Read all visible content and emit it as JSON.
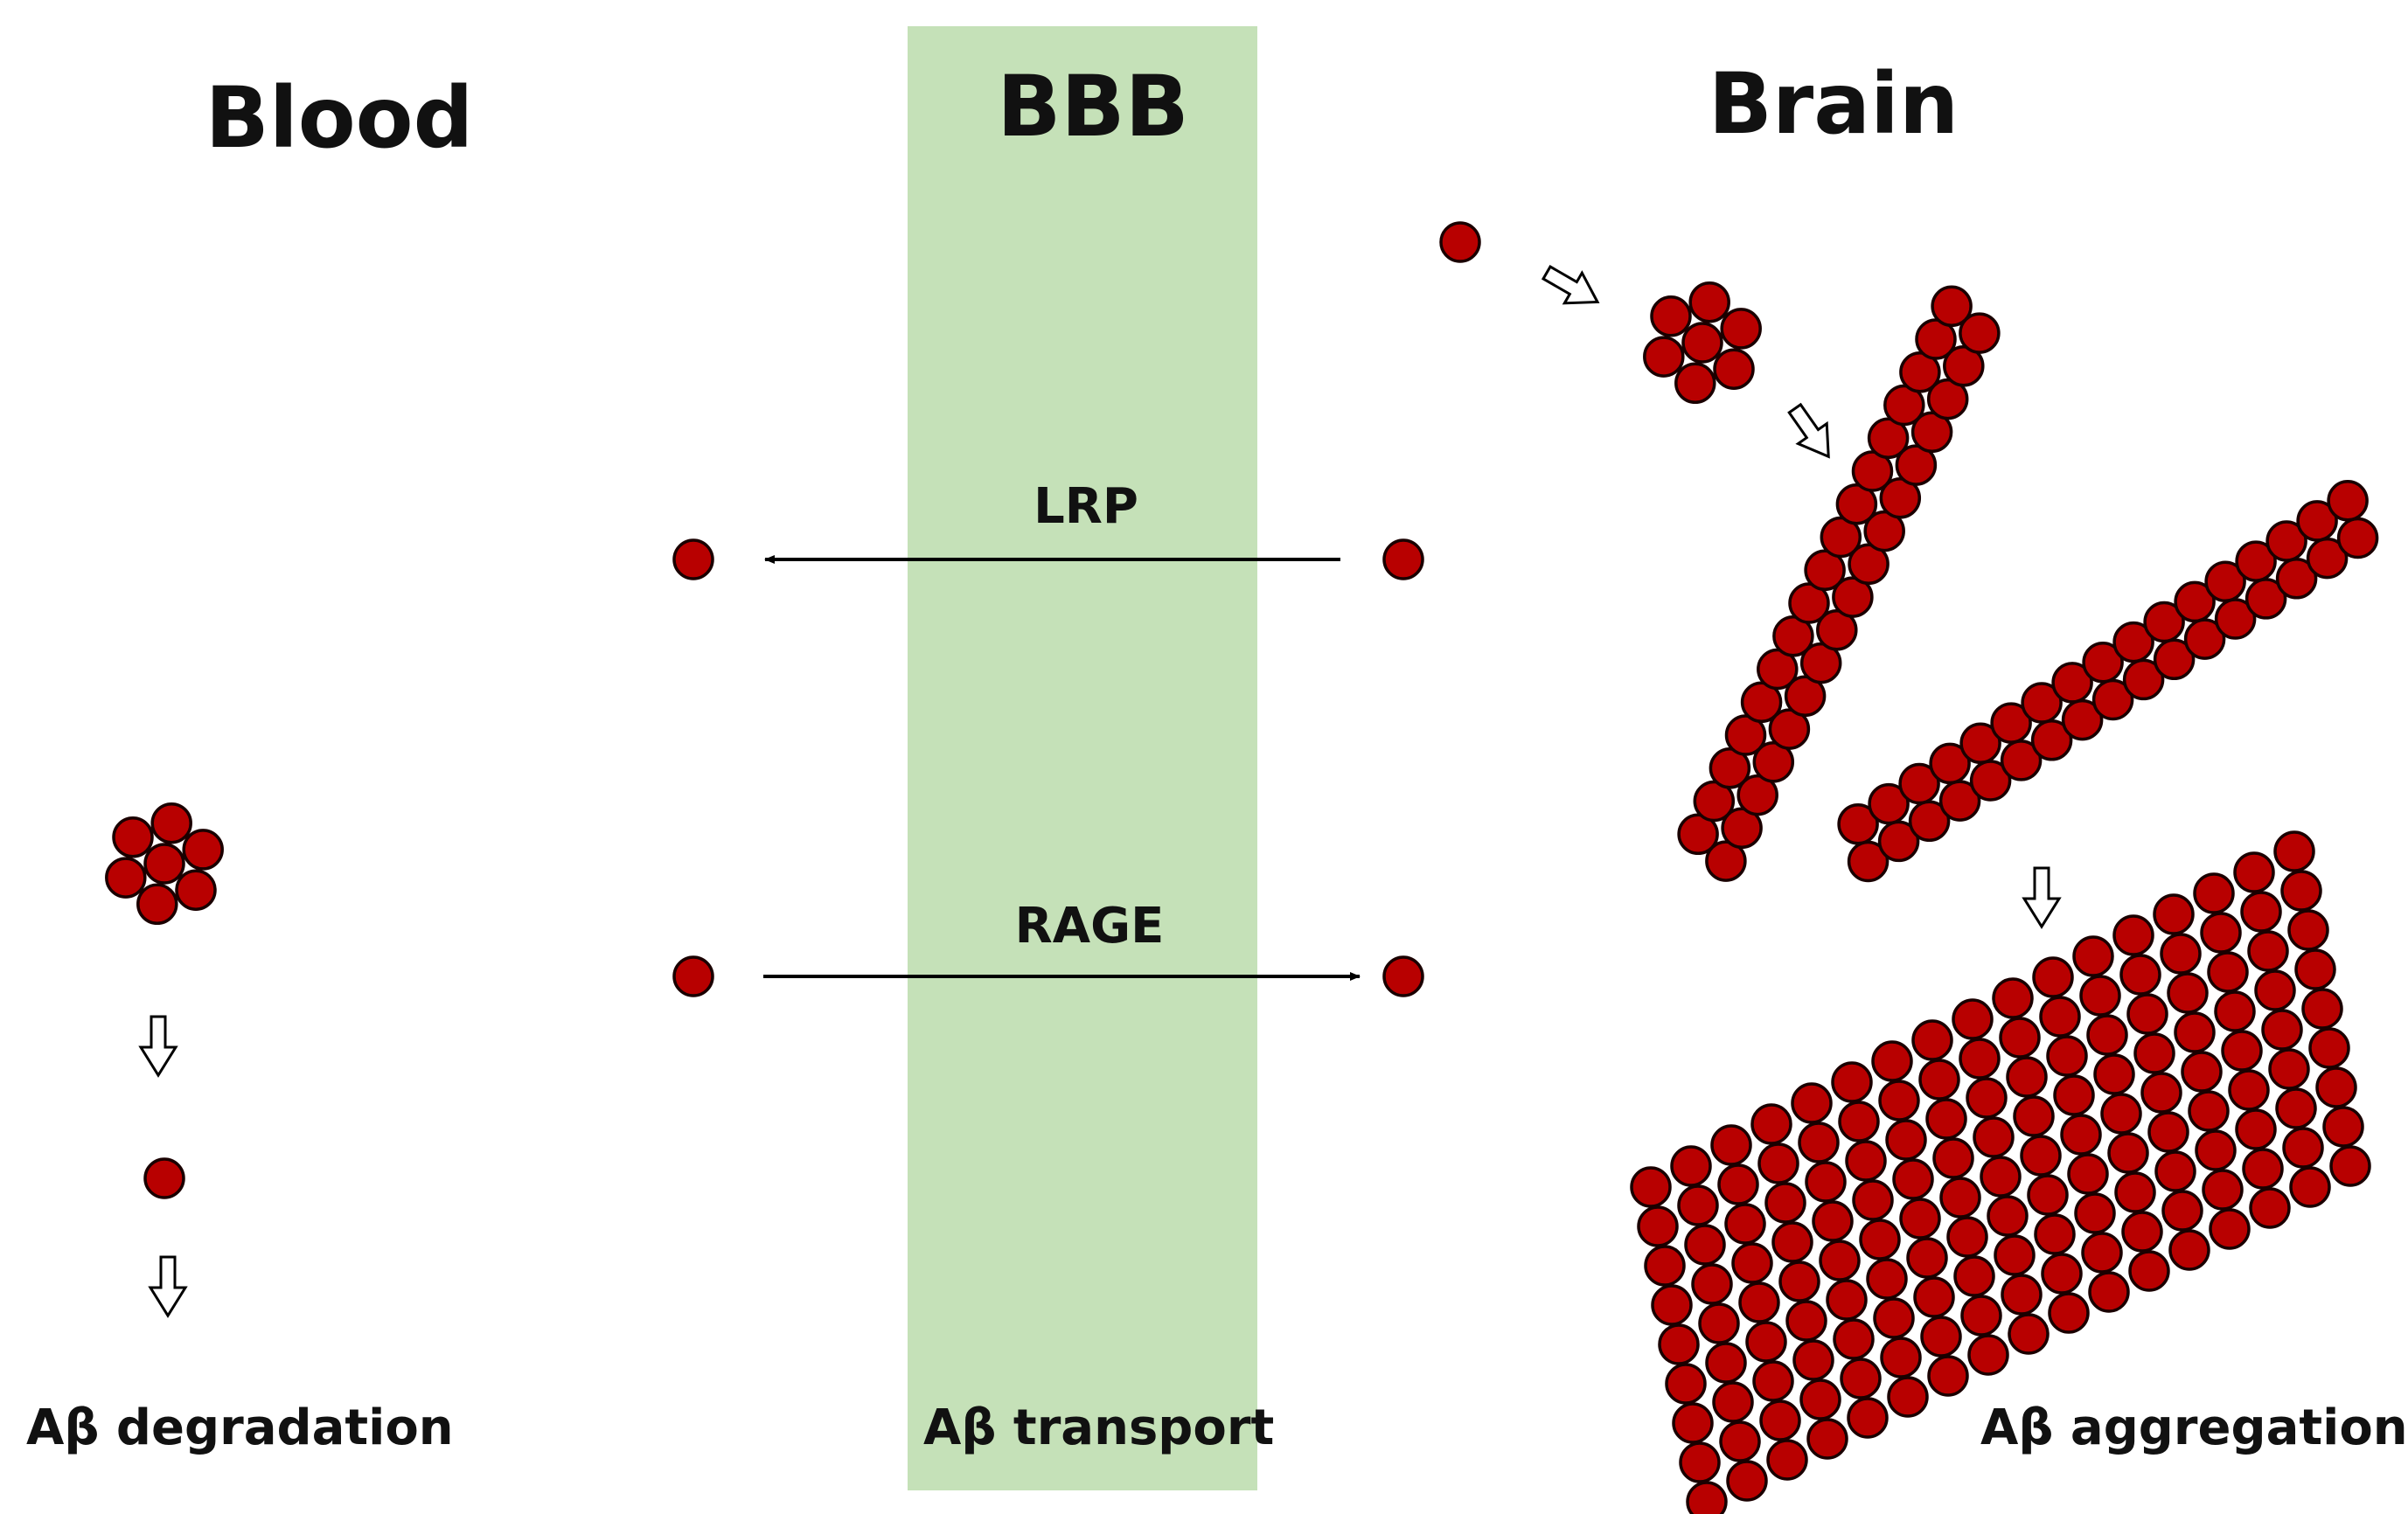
{
  "regions": {
    "blood": {
      "title": "Blood",
      "caption": "Aβ degradation"
    },
    "bbb": {
      "title": "BBB",
      "caption": "Aβ transport"
    },
    "brain": {
      "title": "Brain",
      "caption": "Aβ aggregation"
    }
  },
  "transport": {
    "lrp": {
      "label": "LRP",
      "direction": "brain-to-blood"
    },
    "rage": {
      "label": "RAGE",
      "direction": "blood-to-brain"
    }
  },
  "colors": {
    "bbb_band": "#c5e1b8",
    "peptide_fill": "#b80000",
    "peptide_stroke": "#1a0000",
    "arrow": "#000000"
  }
}
